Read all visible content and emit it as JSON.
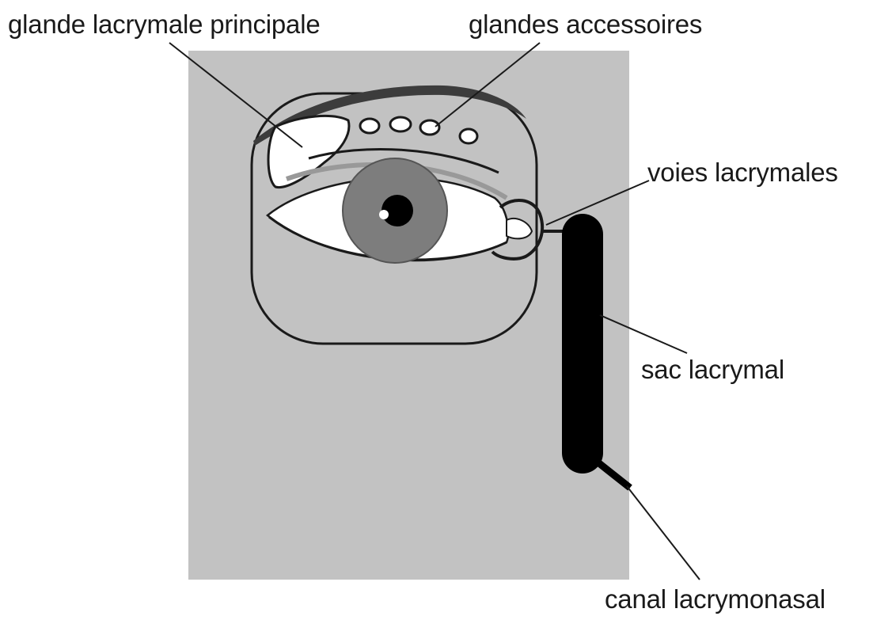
{
  "labels": {
    "main_gland": "glande lacrymale principale",
    "accessory_glands": "glandes accessoires",
    "tear_ducts": "voies lacrymales",
    "lacrimal_sac": "sac lacrymal",
    "nasolacrimal_canal": "canal lacrymonasal"
  },
  "colors": {
    "background": "#ffffff",
    "face_panel": "#c2c2c2",
    "outline": "#1a1a1a",
    "iris": "#7d7d7d",
    "sclera": "#ffffff",
    "eyelid_fold": "#999999",
    "brow": "#3c3c3c",
    "duct": "#000000"
  }
}
